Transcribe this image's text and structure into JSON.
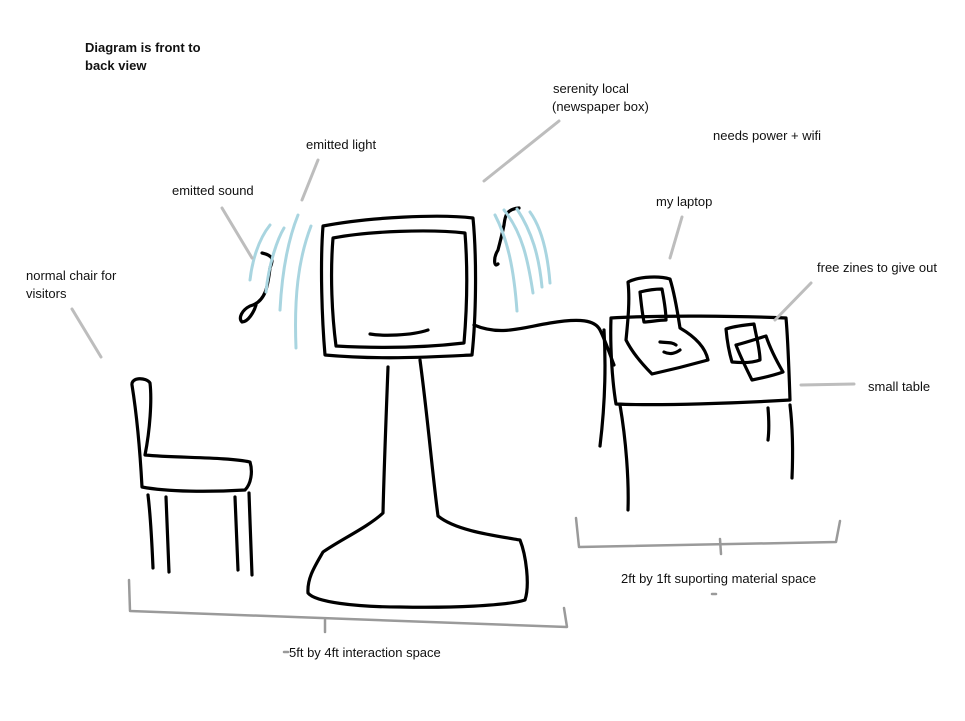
{
  "title_line1": "Diagram is front to",
  "title_line2": "back view",
  "labels": {
    "chair_line1": "normal chair for",
    "chair_line2": "visitors",
    "emitted_sound": "emitted sound",
    "emitted_light": "emitted light",
    "box_line1": "serenity local",
    "box_line2": "(newspaper box)",
    "power_wifi": "needs power + wifi",
    "laptop": "my laptop",
    "zines": "free zines to give out",
    "table": "small table",
    "interaction_space": "5ft by 4ft interaction space",
    "support_space": "2ft by 1ft suporting material space"
  },
  "colors": {
    "ink": "#000000",
    "leader": "#bdbdbd",
    "bracket": "#9a9a9a",
    "waves": "#a9d5e0"
  }
}
